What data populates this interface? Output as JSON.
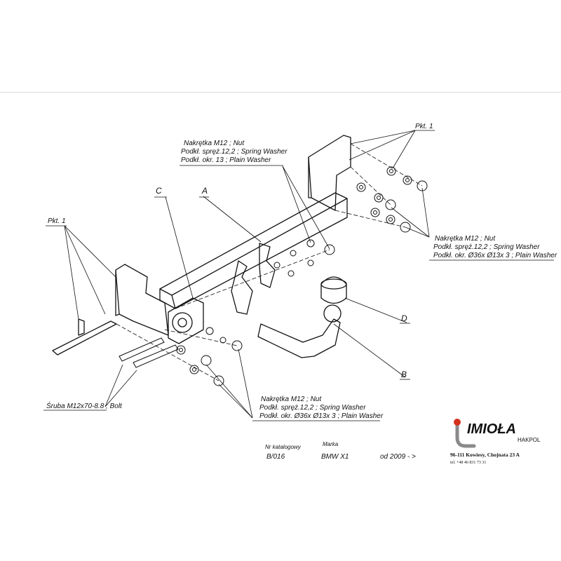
{
  "labels": {
    "pkt_top_right": "Pkt. 1",
    "pkt_left": "Pkt. 1",
    "nut_group_top": [
      "Nakrętka  M12 ; Nut",
      "Podkł. spręż.12,2 ; Spring Washer",
      "Podkł. okr. 13 ; Plain Washer"
    ],
    "nut_group_right": [
      "Nakrętka  M12 ; Nut",
      "Podkł. spręż.12,2 ; Spring Washer",
      "Podkł. okr.  Ø36x Ø13x 3 ; Plain Washer"
    ],
    "nut_group_bottom": [
      "Nakrętka  M12 ; Nut",
      "Podkł. spręż.12,2 ; Spring Washer",
      "Podkł. okr.  Ø36x Ø13x 3 ; Plain Washer"
    ],
    "bolt": "Śruba M12x70-8.8 ;  Bolt",
    "part_a": "A",
    "part_b": "B",
    "part_c": "C",
    "part_d": "D"
  },
  "catalog": {
    "nr_label": "Nr katalogowy",
    "nr_value": "B/016",
    "marka_label": "Marka",
    "marka_value": "BMW X1",
    "from_value": "od  2009 - >"
  },
  "logo": {
    "brand": "IMIOŁA",
    "sub": "HAKPOL",
    "address": "96-111 Kowiesy, Chojnata 23 A",
    "phone": "tel. +48 46 831 73 31",
    "brand_color": "#d6301f",
    "hook_color": "#8a8a8a"
  },
  "icons": {
    "logo_mark": "tow-hook-icon"
  }
}
